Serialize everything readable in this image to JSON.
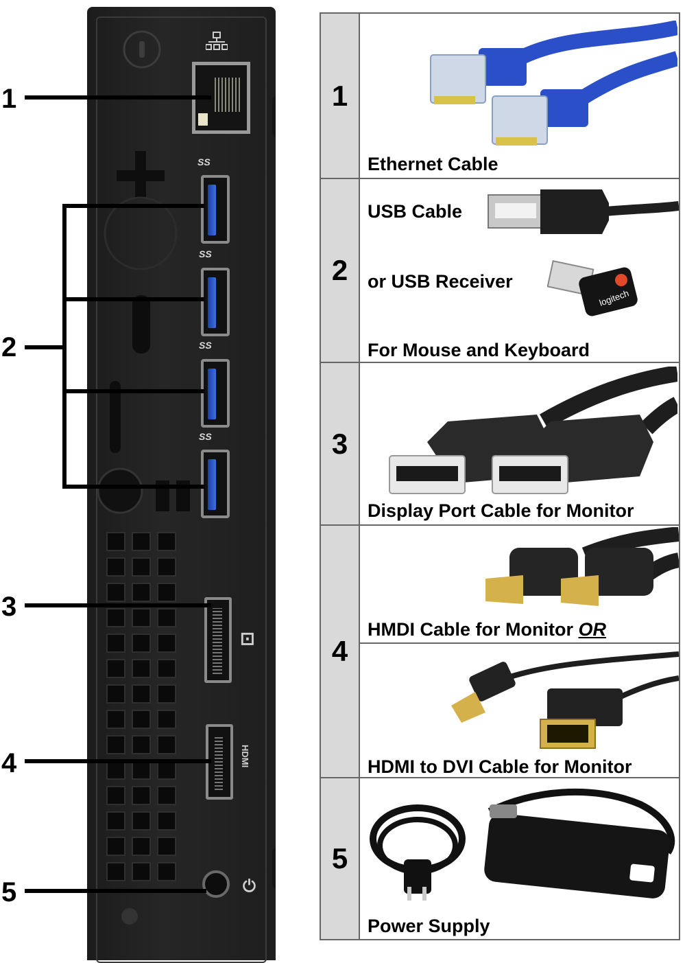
{
  "callouts": [
    "1",
    "2",
    "3",
    "4",
    "5"
  ],
  "device": {
    "usb_port_label": "SS",
    "power_icon": "plug-icon",
    "network_icon": "network-icon"
  },
  "rows": [
    {
      "number": "1",
      "captions": [
        "Ethernet Cable"
      ],
      "icon": "ethernet-cable-icon"
    },
    {
      "number": "2",
      "captions": [
        "USB Cable",
        "or USB Receiver",
        "For Mouse and Keyboard"
      ],
      "receiver_brand": "logitech",
      "icon": "usb-cable-icon"
    },
    {
      "number": "3",
      "captions": [
        "Display Port Cable for Monitor"
      ],
      "icon": "displayport-cable-icon"
    },
    {
      "number": "4",
      "captions": [
        "HMDI Cable for Monitor ",
        "OR",
        "HDMI to DVI Cable for Monitor"
      ],
      "icon": "hdmi-cable-icon"
    },
    {
      "number": "5",
      "captions": [
        "Power Supply"
      ],
      "icon": "power-adapter-icon"
    }
  ],
  "colors": {
    "usb_blue": "#2f5fd0",
    "cable_blue": "#2a4fc9",
    "cell_gray": "#d9d9d9"
  }
}
